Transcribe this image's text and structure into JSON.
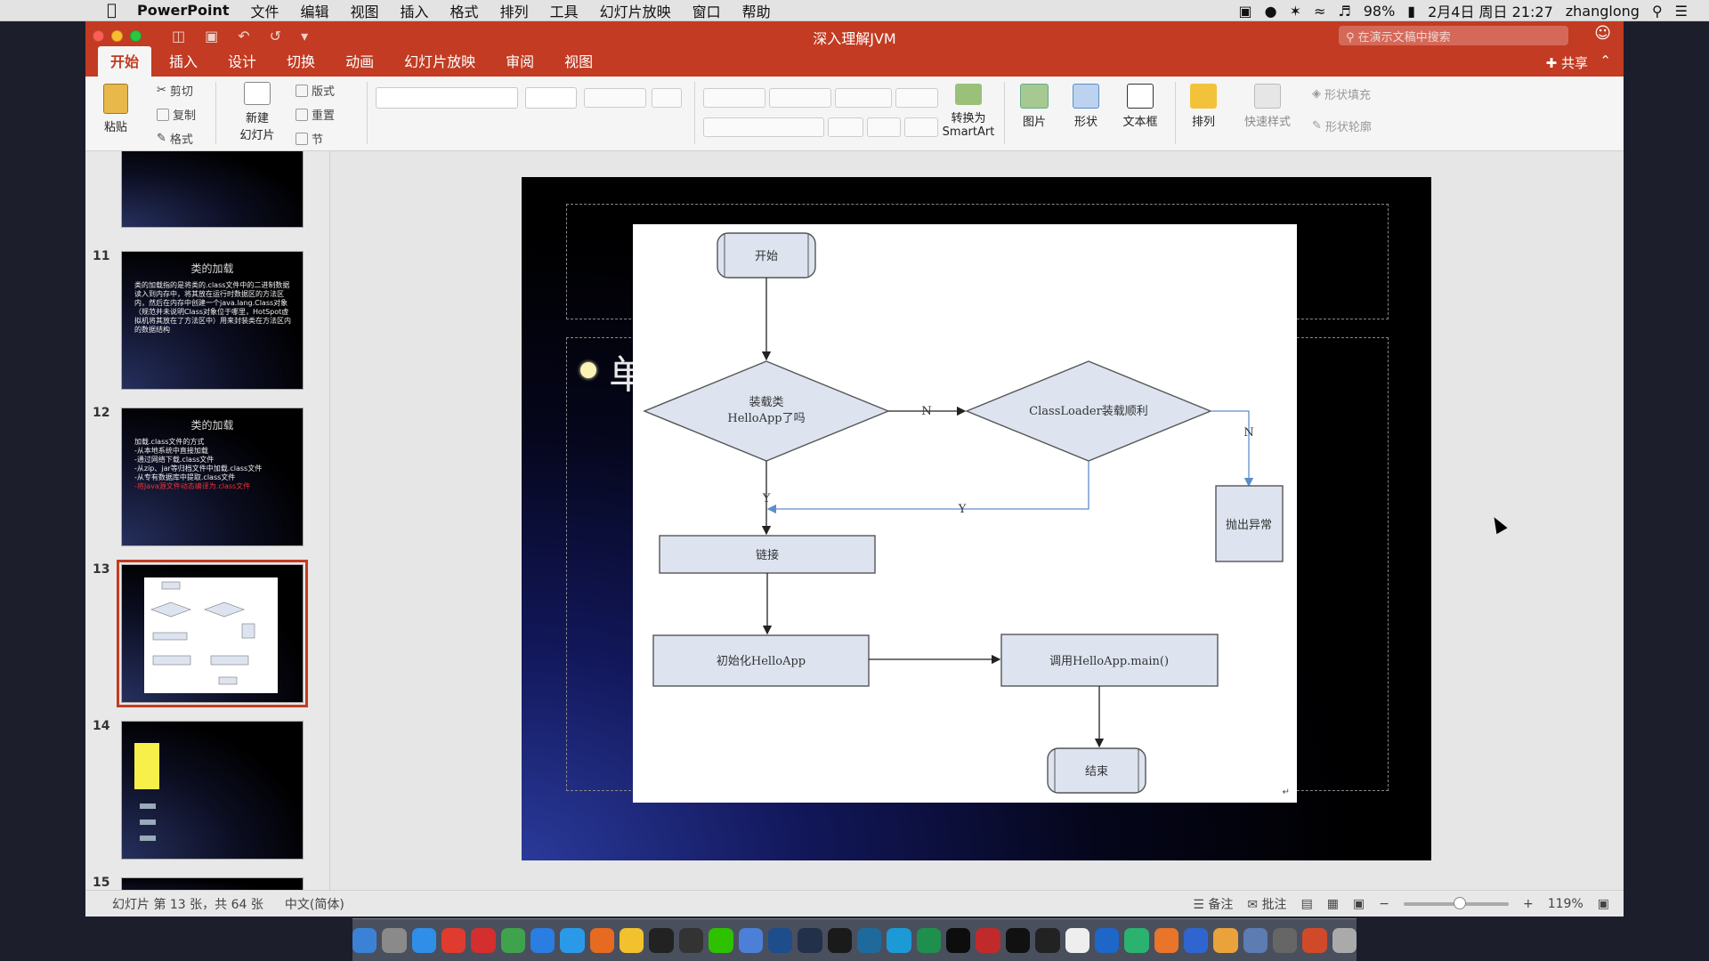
{
  "menubar": {
    "app_name": "PowerPoint",
    "items": [
      "文件",
      "编辑",
      "视图",
      "插入",
      "格式",
      "排列",
      "工具",
      "幻灯片放映",
      "窗口",
      "帮助"
    ],
    "battery": "98%",
    "datetime": "2月4日 周日 21:27",
    "user": "zhanglong"
  },
  "window": {
    "title": "深入理解JVM",
    "search_placeholder": "在演示文稿中搜索",
    "share_label": "共享"
  },
  "tabs": [
    "开始",
    "插入",
    "设计",
    "切换",
    "动画",
    "幻灯片放映",
    "审阅",
    "视图"
  ],
  "ribbon": {
    "paste": "粘贴",
    "cut": "剪切",
    "copy": "复制",
    "format": "格式",
    "new_slide_line1": "新建",
    "new_slide_line2": "幻灯片",
    "layout": "版式",
    "reset": "重置",
    "section": "节",
    "convert_line1": "转换为",
    "convert_line2": "SmartArt",
    "picture": "图片",
    "shape": "形状",
    "textbox": "文本框",
    "arrange": "排列",
    "quick_styles": "快速样式",
    "shape_fill": "形状填充",
    "shape_outline": "形状轮廓"
  },
  "slides": {
    "items": [
      {
        "number": "11",
        "title": "类的加载",
        "body": "类的加载指的是将类的.class文件中的二进制数据读入到内存中，将其放在运行时数据区的方法区内，然后在内存中创建一个java.lang.Class对象（规范并未说明Class对象位于哪里，HotSpot虚拟机将其放在了方法区中）用来封装类在方法区内的数据结构"
      },
      {
        "number": "12",
        "title": "类的加载",
        "body_intro": "加载.class文件的方式",
        "body_items": [
          "-从本地系统中直接加载",
          "-通过网络下载.class文件",
          "-从zip、jar等归档文件中加载.class文件",
          "-从专有数据库中提取.class文件"
        ],
        "body_red": "-将Java源文件动态编译为.class文件"
      },
      {
        "number": "13"
      },
      {
        "number": "14"
      },
      {
        "number": "15"
      }
    ]
  },
  "slide_main": {
    "title_char": "单"
  },
  "flowchart": {
    "start": "开始",
    "decision1_line1": "装载类",
    "decision1_line2": "HelloApp了吗",
    "decision2": "ClassLoader装载顺利",
    "exception": "抛出异常",
    "link": "链接",
    "init": "初始化HelloApp",
    "invoke": "调用HelloApp.main()",
    "end": "结束",
    "label_n1": "N",
    "label_n2": "N",
    "label_y1": "Y",
    "label_y2": "Y"
  },
  "status": {
    "slide_info": "幻灯片 第 13 张，共 64 张",
    "language": "中文(简体)",
    "notes": "备注",
    "comments": "批注",
    "zoom": "119%"
  },
  "colors": {
    "accent": "#c23b22",
    "flow_fill": "#dde4f0",
    "flow_stroke": "#555555",
    "flow_line_blue": "#5b8fc9"
  }
}
